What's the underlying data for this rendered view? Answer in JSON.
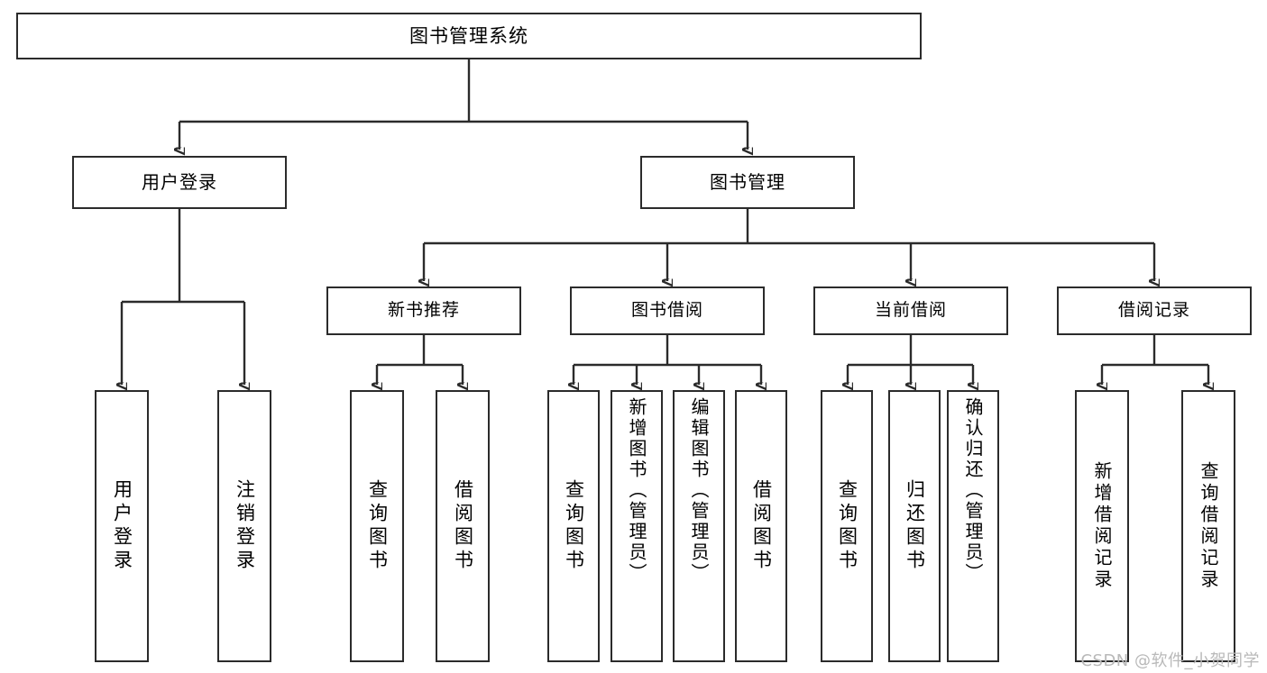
{
  "diagram": {
    "title": "图书管理系统",
    "type": "功能结构图",
    "root": {
      "label": "图书管理系统"
    },
    "level1": [
      {
        "id": "user-login",
        "label": "用户登录"
      },
      {
        "id": "book-manage",
        "label": "图书管理"
      }
    ],
    "level2": [
      {
        "id": "new-book-recommend",
        "label": "新书推荐",
        "parent": "book-manage"
      },
      {
        "id": "book-borrow",
        "label": "图书借阅",
        "parent": "book-manage"
      },
      {
        "id": "current-borrow",
        "label": "当前借阅",
        "parent": "book-manage"
      },
      {
        "id": "borrow-record",
        "label": "借阅记录",
        "parent": "book-manage"
      }
    ],
    "leaves": [
      {
        "id": "leaf-user-login",
        "label": "用户登录",
        "parent": "user-login"
      },
      {
        "id": "leaf-logout-login",
        "label": "注销登录",
        "parent": "user-login"
      },
      {
        "id": "leaf-query-book-1",
        "label": "查询图书",
        "parent": "new-book-recommend"
      },
      {
        "id": "leaf-borrow-book-1",
        "label": "借阅图书",
        "parent": "new-book-recommend"
      },
      {
        "id": "leaf-query-book-2",
        "label": "查询图书",
        "parent": "book-borrow"
      },
      {
        "id": "leaf-add-book-admin",
        "label": "新增图书（管理员）",
        "parent": "book-borrow"
      },
      {
        "id": "leaf-edit-book-admin",
        "label": "编辑图书（管理员）",
        "parent": "book-borrow"
      },
      {
        "id": "leaf-borrow-book-2",
        "label": "借阅图书",
        "parent": "book-borrow"
      },
      {
        "id": "leaf-query-book-3",
        "label": "查询图书",
        "parent": "current-borrow"
      },
      {
        "id": "leaf-return-book",
        "label": "归还图书",
        "parent": "current-borrow"
      },
      {
        "id": "leaf-confirm-return",
        "label": "确认归还（管理员）",
        "parent": "current-borrow"
      },
      {
        "id": "leaf-add-record",
        "label": "新增借阅记录",
        "parent": "borrow-record"
      },
      {
        "id": "leaf-query-record",
        "label": "查询借阅记录",
        "parent": "borrow-record"
      }
    ]
  },
  "watermark": {
    "text": "CSDN @软件_小贺同学"
  },
  "colors": {
    "stroke": "#2b2b2b",
    "background": "#ffffff",
    "text": "#000000",
    "watermark": "#b9b9b9"
  }
}
